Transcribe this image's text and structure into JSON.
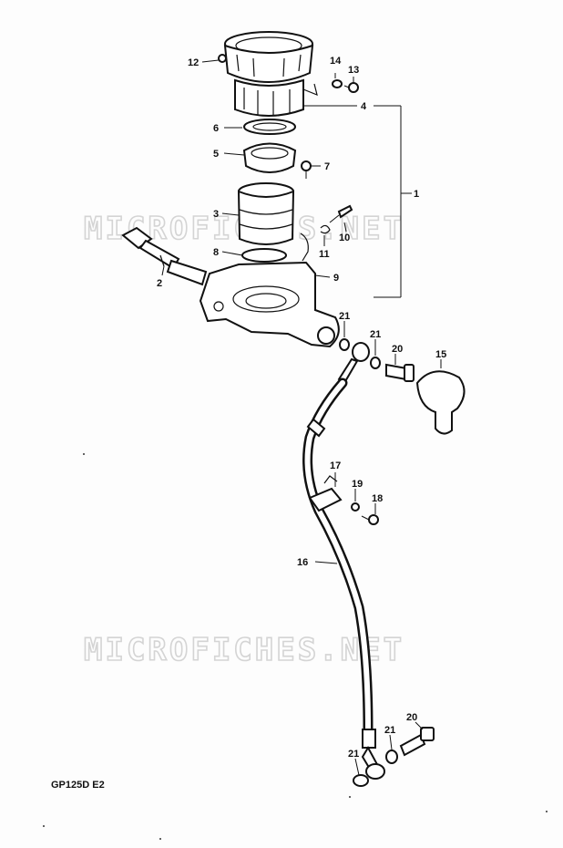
{
  "diagram": {
    "model_code": "GP125D E2",
    "watermark": "MICROFICHES.NET",
    "callouts": [
      {
        "id": "c1",
        "text": "1"
      },
      {
        "id": "c2",
        "text": "2"
      },
      {
        "id": "c3",
        "text": "3"
      },
      {
        "id": "c4",
        "text": "4"
      },
      {
        "id": "c5",
        "text": "5"
      },
      {
        "id": "c6",
        "text": "6"
      },
      {
        "id": "c7",
        "text": "7"
      },
      {
        "id": "c8",
        "text": "8"
      },
      {
        "id": "c9",
        "text": "9"
      },
      {
        "id": "c10",
        "text": "10"
      },
      {
        "id": "c11",
        "text": "11"
      },
      {
        "id": "c12",
        "text": "12"
      },
      {
        "id": "c13",
        "text": "13"
      },
      {
        "id": "c14",
        "text": "14"
      },
      {
        "id": "c15",
        "text": "15"
      },
      {
        "id": "c16",
        "text": "16"
      },
      {
        "id": "c17",
        "text": "17"
      },
      {
        "id": "c18",
        "text": "18"
      },
      {
        "id": "c19",
        "text": "19"
      },
      {
        "id": "c20a",
        "text": "20"
      },
      {
        "id": "c20b",
        "text": "20"
      },
      {
        "id": "c21a",
        "text": "21"
      },
      {
        "id": "c21b",
        "text": "21"
      },
      {
        "id": "c21c",
        "text": "21"
      },
      {
        "id": "c21d",
        "text": "21"
      }
    ]
  }
}
